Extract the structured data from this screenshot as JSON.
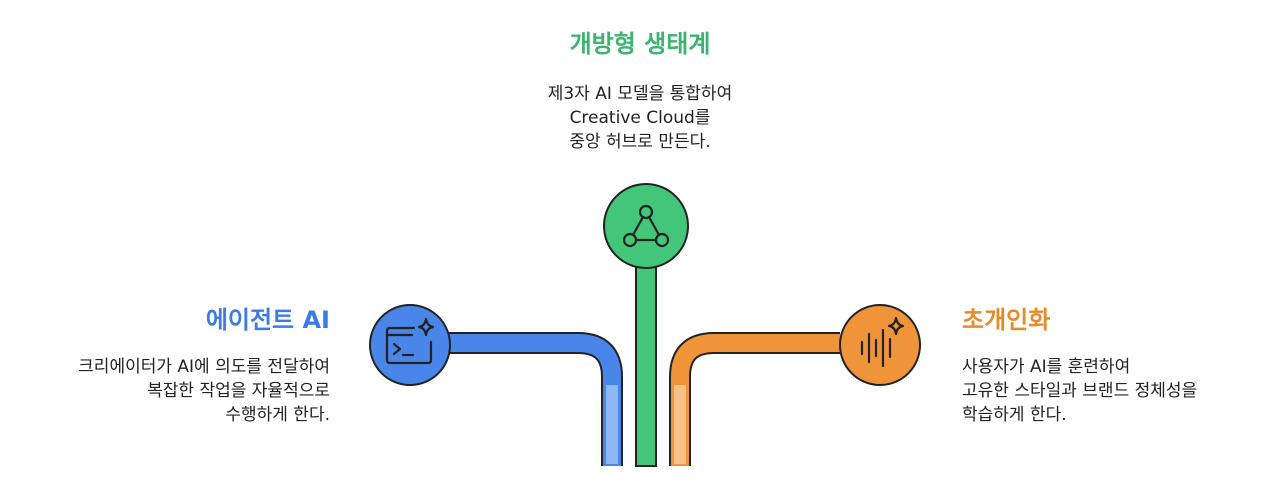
{
  "center": {
    "title": "개방형 생태계",
    "lines": [
      "제3자 AI 모델을 통합하여",
      "Creative Cloud를",
      "중앙 허브로 만든다."
    ],
    "icon": "network-triangle-icon",
    "color": "#3cb371"
  },
  "left": {
    "title": "에이전트 AI",
    "lines": [
      "크리에이터가 AI에 의도를 전달하여",
      "복잡한 작업을 자율적으로",
      "수행하게 한다."
    ],
    "icon": "terminal-sparkle-icon",
    "color": "#3b7be6"
  },
  "right": {
    "title": "초개인화",
    "lines": [
      "사용자가 AI를 훈련하여",
      "고유한 스타일과 브랜드 정체성을",
      "학습하게 한다."
    ],
    "icon": "soundwave-sparkle-icon",
    "color": "#e98a26"
  }
}
